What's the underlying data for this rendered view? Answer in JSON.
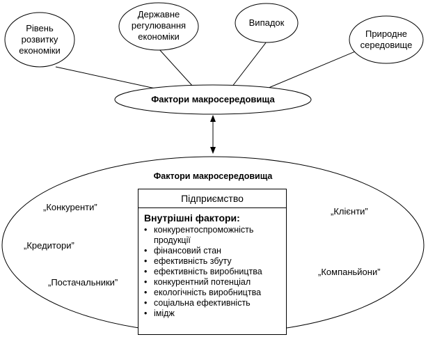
{
  "top_nodes": [
    {
      "lines": [
        "Рівень",
        "розвитку",
        "економіки"
      ]
    },
    {
      "lines": [
        "Державне",
        "регулювання",
        "економіки"
      ]
    },
    {
      "lines": [
        "Випадок"
      ]
    },
    {
      "lines": [
        "Природне",
        "середовище"
      ]
    }
  ],
  "hub": {
    "label": "Фактори макросередовища"
  },
  "big_ellipse": {
    "title": "Фактори макросередовища"
  },
  "outer_factors": {
    "competitors": "„Конкуренти”",
    "creditors": "„Кредитори”",
    "suppliers": "„Постачальники”",
    "clients": "„Клієнти”",
    "partners": "„Компаньйони”"
  },
  "enterprise": {
    "title": "Підприємство",
    "heading": "Внутрішні фактори:",
    "bullet": "•",
    "items": [
      "конкурентоспроможність продукції",
      "фінансовий стан",
      "ефективність збуту",
      "ефективність виробництва",
      "конкурентний потенціал",
      "екологічність виробництва",
      "соціальна ефективність",
      "імідж"
    ]
  }
}
